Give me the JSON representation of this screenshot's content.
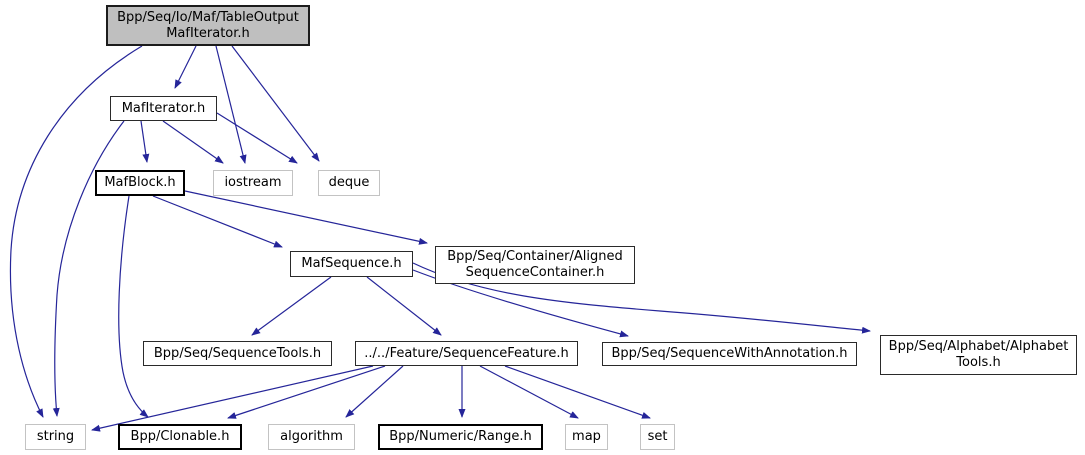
{
  "diagram": {
    "type": "include-dependency-graph",
    "root": "Bpp/Seq/Io/Maf/TableOutputMafIterator.h",
    "nodes": {
      "main": {
        "lines": [
          "Bpp/Seq/Io/Maf/TableOutput",
          "MafIterator.h"
        ],
        "kind": "root"
      },
      "mafiterator": {
        "label": "MafIterator.h",
        "kind": "project"
      },
      "mafblock": {
        "label": "MafBlock.h",
        "kind": "project"
      },
      "iostream": {
        "label": "iostream",
        "kind": "external"
      },
      "deque": {
        "label": "deque",
        "kind": "external"
      },
      "mafsequence": {
        "label": "MafSequence.h",
        "kind": "project"
      },
      "asc": {
        "lines": [
          "Bpp/Seq/Container/Aligned",
          "SequenceContainer.h"
        ],
        "kind": "project"
      },
      "seqtools": {
        "label": "Bpp/Seq/SequenceTools.h",
        "kind": "project"
      },
      "seqfeature": {
        "label": "../../Feature/SequenceFeature.h",
        "kind": "project"
      },
      "swa": {
        "label": "Bpp/Seq/SequenceWithAnnotation.h",
        "kind": "project"
      },
      "alphabettools": {
        "lines": [
          "Bpp/Seq/Alphabet/Alphabet",
          "Tools.h"
        ],
        "kind": "project"
      },
      "string": {
        "label": "string",
        "kind": "external"
      },
      "clonable": {
        "label": "Bpp/Clonable.h",
        "kind": "project"
      },
      "algorithm": {
        "label": "algorithm",
        "kind": "external"
      },
      "range": {
        "label": "Bpp/Numeric/Range.h",
        "kind": "project"
      },
      "map": {
        "label": "map",
        "kind": "external"
      },
      "set": {
        "label": "set",
        "kind": "external"
      }
    },
    "edges": [
      {
        "from": "main",
        "to": "mafiterator"
      },
      {
        "from": "main",
        "to": "iostream"
      },
      {
        "from": "main",
        "to": "deque"
      },
      {
        "from": "main",
        "to": "string"
      },
      {
        "from": "mafiterator",
        "to": "mafblock"
      },
      {
        "from": "mafiterator",
        "to": "iostream"
      },
      {
        "from": "mafiterator",
        "to": "deque"
      },
      {
        "from": "mafiterator",
        "to": "string"
      },
      {
        "from": "mafblock",
        "to": "mafsequence"
      },
      {
        "from": "mafblock",
        "to": "asc"
      },
      {
        "from": "mafblock",
        "to": "clonable"
      },
      {
        "from": "mafsequence",
        "to": "seqtools"
      },
      {
        "from": "mafsequence",
        "to": "seqfeature"
      },
      {
        "from": "mafsequence",
        "to": "swa"
      },
      {
        "from": "mafsequence",
        "to": "alphabettools"
      },
      {
        "from": "seqfeature",
        "to": "string"
      },
      {
        "from": "seqfeature",
        "to": "clonable"
      },
      {
        "from": "seqfeature",
        "to": "algorithm"
      },
      {
        "from": "seqfeature",
        "to": "range"
      },
      {
        "from": "seqfeature",
        "to": "map"
      },
      {
        "from": "seqfeature",
        "to": "set"
      }
    ],
    "colors": {
      "edge": "#252599",
      "root_fill": "#bfbfbf",
      "node_fill": "#ffffff",
      "project_border": "#2a2a2a",
      "external_border": "#c3c3c3",
      "text": "#000000",
      "background": "#ffffff"
    }
  }
}
